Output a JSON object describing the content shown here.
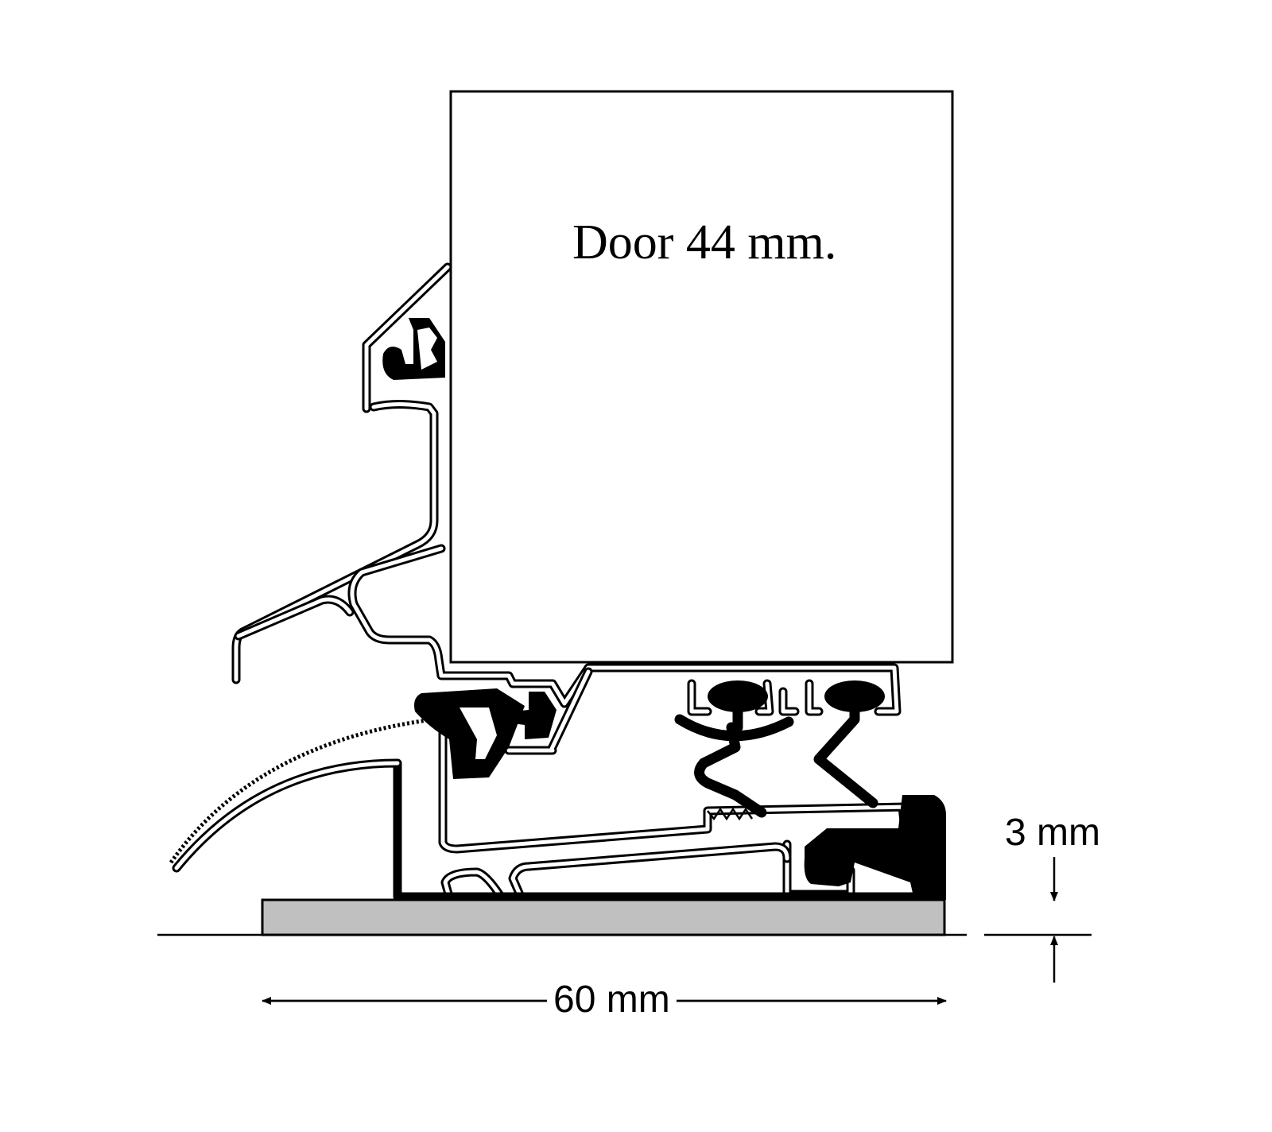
{
  "labels": {
    "door": "Door 44 mm.",
    "width": "60 mm",
    "gap": "3 mm"
  },
  "colors": {
    "line": "#000000",
    "base_plate": "#c0c0c0",
    "background": "#ffffff"
  }
}
